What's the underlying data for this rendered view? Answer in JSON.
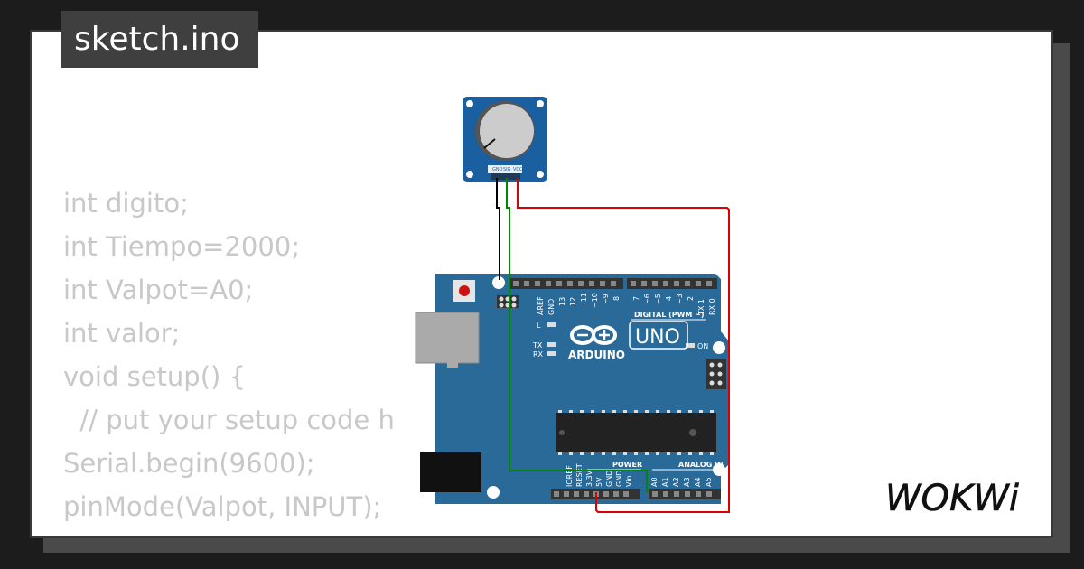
{
  "file_tab": {
    "label": "sketch.ino"
  },
  "code_lines": [
    "int digito;",
    "int Tiempo=2000;",
    "int Valpot=A0;",
    "int valor;",
    "void setup() {",
    "  // put your setup code h",
    "Serial.begin(9600);",
    "pinMode(Valpot, INPUT);",
    "}"
  ],
  "potentiometer": {
    "pin_labels": [
      "GND",
      "SIG",
      "VCC"
    ]
  },
  "arduino": {
    "brand": "ARDUINO",
    "model": "UNO",
    "on_label": "ON",
    "led_labels": [
      "L",
      "TX",
      "RX"
    ],
    "digital_header_label": "DIGITAL (PWM ~)",
    "power_header_label": "POWER",
    "analog_header_label": "ANALOG IN",
    "top_pin_labels": [
      "AREF",
      "GND",
      "13",
      "12",
      "~11",
      "~10",
      "~9",
      "8",
      "7",
      "~6",
      "~5",
      "4",
      "~3",
      "2",
      "TX 1",
      "RX 0"
    ],
    "power_pin_labels": [
      "IOREF",
      "RESET",
      "3.3V",
      "5V",
      "GND",
      "GND",
      "Vin"
    ],
    "analog_pin_labels": [
      "A0",
      "A1",
      "A2",
      "A3",
      "A4",
      "A5"
    ]
  },
  "wire_colors": {
    "gnd": "#000000",
    "signal": "#008800",
    "vcc": "#dd0000"
  },
  "logo": {
    "text": "WOKWi"
  }
}
